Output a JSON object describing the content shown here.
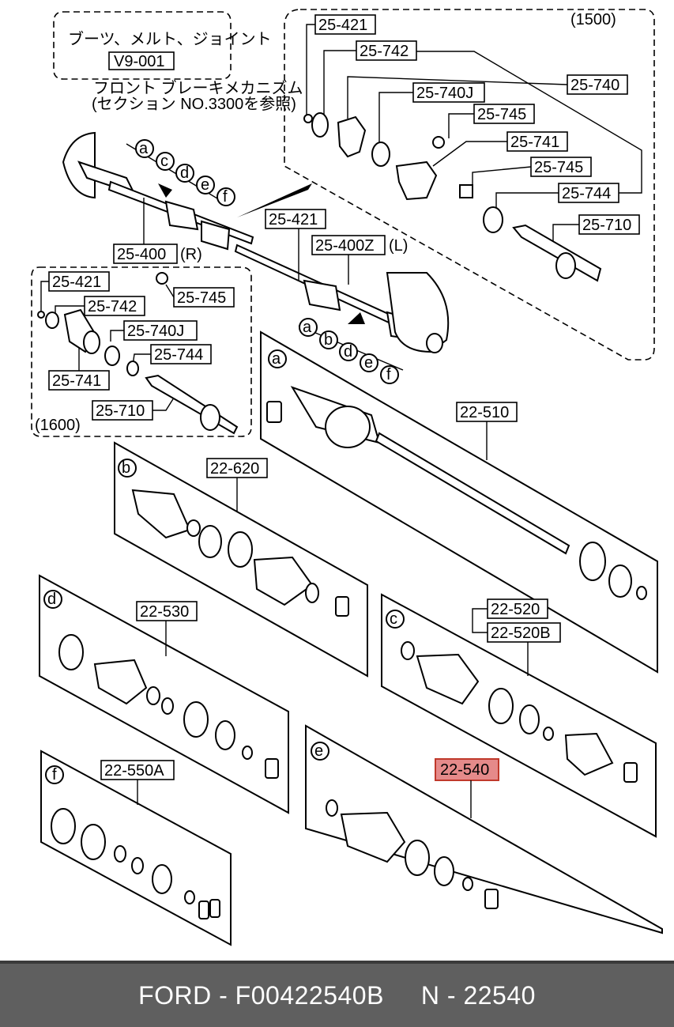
{
  "colors": {
    "highlight": "#e58a8a",
    "highlight_border": "#c0392b",
    "footer_bg": "#5f5f5f",
    "footer_text": "#ffffff"
  },
  "notes": {
    "boots_title": "ブーツ、メルト、ジョイント",
    "boots_ref": "V9-001",
    "brake_line1": "フロント ブレーキメカニズム",
    "brake_line2": "(セクション NO.3300を参照)"
  },
  "inset_1500": {
    "caption": "(1500)",
    "labels": [
      "25-421",
      "25-742",
      "25-740J",
      "25-740",
      "25-745",
      "25-741",
      "25-745",
      "25-744",
      "25-710"
    ]
  },
  "inset_1600": {
    "caption": "(1600)",
    "labels": [
      "25-421",
      "25-742",
      "25-745",
      "25-740J",
      "25-744",
      "25-741",
      "25-710"
    ]
  },
  "shaft": {
    "right_label": "25-400",
    "right_suffix": "(R)",
    "left_label": "25-400Z",
    "left_suffix": "(L)",
    "mid_label": "25-421",
    "letters_upper": [
      "a",
      "c",
      "d",
      "e",
      "f"
    ],
    "letters_lower": [
      "a",
      "b",
      "d",
      "e",
      "f"
    ]
  },
  "kits": {
    "a": {
      "letter": "a",
      "part": "22-510"
    },
    "b": {
      "letter": "b",
      "part": "22-620"
    },
    "c": {
      "letter": "c",
      "part": "22-520",
      "part2": "22-520B"
    },
    "d": {
      "letter": "d",
      "part": "22-530"
    },
    "e": {
      "letter": "e",
      "part": "22-540"
    },
    "f": {
      "letter": "f",
      "part": "22-550A"
    }
  },
  "footer": {
    "brand": "FORD",
    "oem": "F00422540B",
    "ref": "N - 22540",
    "sep": " - "
  }
}
